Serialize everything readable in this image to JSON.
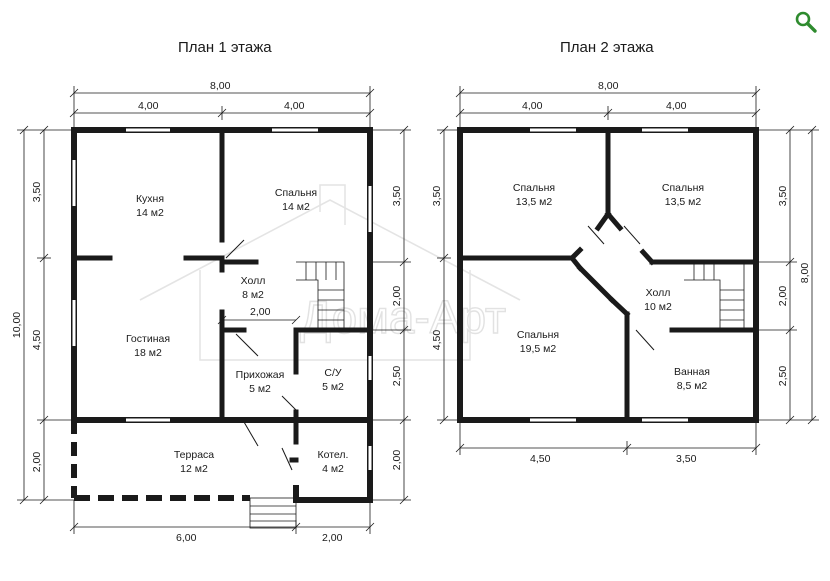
{
  "plans": [
    {
      "title": "План 1 этажа",
      "dims": {
        "total_width": "8,00",
        "left_width": "4,00",
        "right_width": "4,00",
        "total_height": "10,00",
        "left_top": "3,50",
        "left_mid": "4,50",
        "left_bottom": "2,00",
        "right_top": "3,50",
        "right_mid1": "2,00",
        "right_mid2": "2,50",
        "right_bottom": "2,00",
        "bottom_left": "6,00",
        "bottom_right": "2,00",
        "inner": "2,00"
      },
      "rooms": [
        {
          "name": "Кухня",
          "area": "14 м2"
        },
        {
          "name": "Спальня",
          "area": "14 м2"
        },
        {
          "name": "Холл",
          "area": "8 м2"
        },
        {
          "name": "Гостиная",
          "area": "18 м2"
        },
        {
          "name": "Прихожая",
          "area": "5 м2"
        },
        {
          "name": "С/У",
          "area": "5 м2"
        },
        {
          "name": "Терраса",
          "area": "12 м2"
        },
        {
          "name": "Котел.",
          "area": "4 м2"
        }
      ]
    },
    {
      "title": "План 2 этажа",
      "dims": {
        "total_width": "8,00",
        "left_width": "4,00",
        "right_width": "4,00",
        "left_top": "3,50",
        "left_bottom": "4,50",
        "right_top": "3,50",
        "right_mid": "2,00",
        "right_bottom": "2,50",
        "total_height": "8,00",
        "bottom_left": "4,50",
        "bottom_right": "3,50"
      },
      "rooms": [
        {
          "name": "Спальня",
          "area": "13,5 м2"
        },
        {
          "name": "Спальня",
          "area": "13,5 м2"
        },
        {
          "name": "Холл",
          "area": "10 м2"
        },
        {
          "name": "Спальня",
          "area": "19,5 м2"
        },
        {
          "name": "Ванная",
          "area": "8,5 м2"
        }
      ]
    }
  ],
  "watermark": "Дома-Арт",
  "icons": {
    "search": "search-icon"
  },
  "colors": {
    "walls": "#1a1a1a",
    "accent": "#2e8b2e",
    "watermark": "#e2e2e2"
  }
}
